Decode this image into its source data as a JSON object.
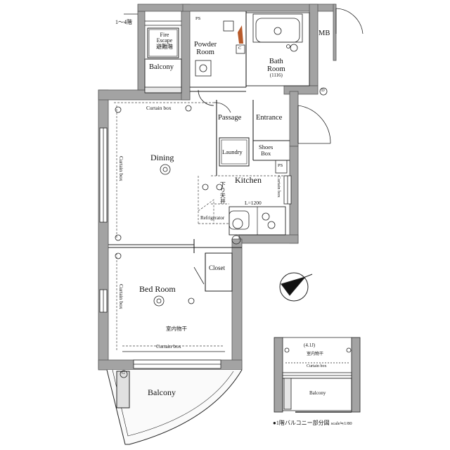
{
  "floor_indicator": "1～4階",
  "rooms": {
    "fire_escape_en": "Fire",
    "fire_escape_en2": "Escape",
    "fire_escape_jp": "避難階",
    "balcony_top": "Balcony",
    "powder_room_1": "Powder",
    "powder_room_2": "Room",
    "bath_room_1": "Bath",
    "bath_room_2": "Room",
    "bath_size": "(1116)",
    "mb": "MB",
    "ps_top": "PS",
    "ps_kitchen": "PS",
    "c_mark": "C",
    "passage": "Passage",
    "entrance": "Entrance",
    "dining": "Dining",
    "laundry": "Laundry",
    "shoes_box_1": "Shoes",
    "shoes_box_2": "Box",
    "kitchen": "Kitchen",
    "ceiling_drop": "下り天井",
    "kitchen_length": "L=1200",
    "refrigerator": "Refrigerator",
    "closet": "Closet",
    "bed_room": "Bed Room",
    "indoor_drying": "室内物干",
    "balcony_bottom": "Balcony",
    "curtain_box_top": "Curtain box",
    "curtain_box_dining": "Curtain box",
    "curtain_box_kitchen": "Curtain box",
    "curtain_box_bed": "Curtain box",
    "curtain_box_bottom": "Curtain box",
    "d_mark": "D",
    "g_mark": "G"
  },
  "inset": {
    "size": "(4.1J)",
    "indoor_drying": "室内物干",
    "curtain_box": "Curtain box",
    "balcony": "Balcony",
    "caption": "●1階バルコニー部分図",
    "scale": "scale≒1/80"
  },
  "colors": {
    "wall": "#9a9a9a",
    "line": "#222222",
    "dashed": "#444444"
  }
}
